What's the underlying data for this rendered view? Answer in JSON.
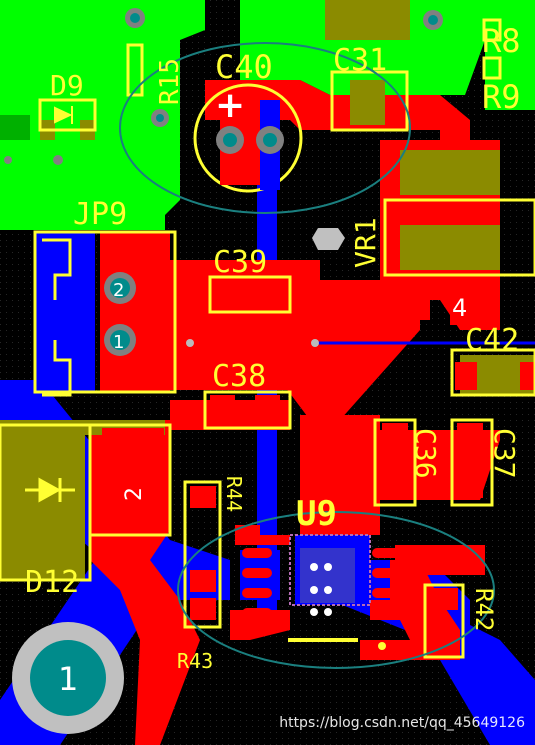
{
  "refdes": {
    "c40": "C40",
    "c31": "C31",
    "r15": "R15",
    "r8": "R8",
    "r9": "R9",
    "d9": "D9",
    "jp9": "JP9",
    "vr1": "VR1",
    "c39": "C39",
    "c38": "C38",
    "c42": "C42",
    "c36": "C36",
    "c37": "C37",
    "r44": "R44",
    "u9": "U9",
    "r42": "R42",
    "r43": "R43",
    "d12": "D12"
  },
  "pins": {
    "jp9_pin2": "2",
    "jp9_pin1": "1",
    "vr1_pin4": "4",
    "d12_pin2": "2",
    "pad_large_1": "1"
  },
  "marks": {
    "c40_polarity": "+"
  },
  "watermark": "https://blog.csdn.net/qq_45649126",
  "colors": {
    "background": "#000000",
    "top_copper": "#ff0000",
    "bottom_copper": "#0000ff",
    "green_pour": "#00ff00",
    "silkscreen": "#ffff33",
    "pad_olive": "#8b8b00",
    "drill_teal": "#008b8b",
    "annotation_ellipse": "#1a7f7f"
  }
}
